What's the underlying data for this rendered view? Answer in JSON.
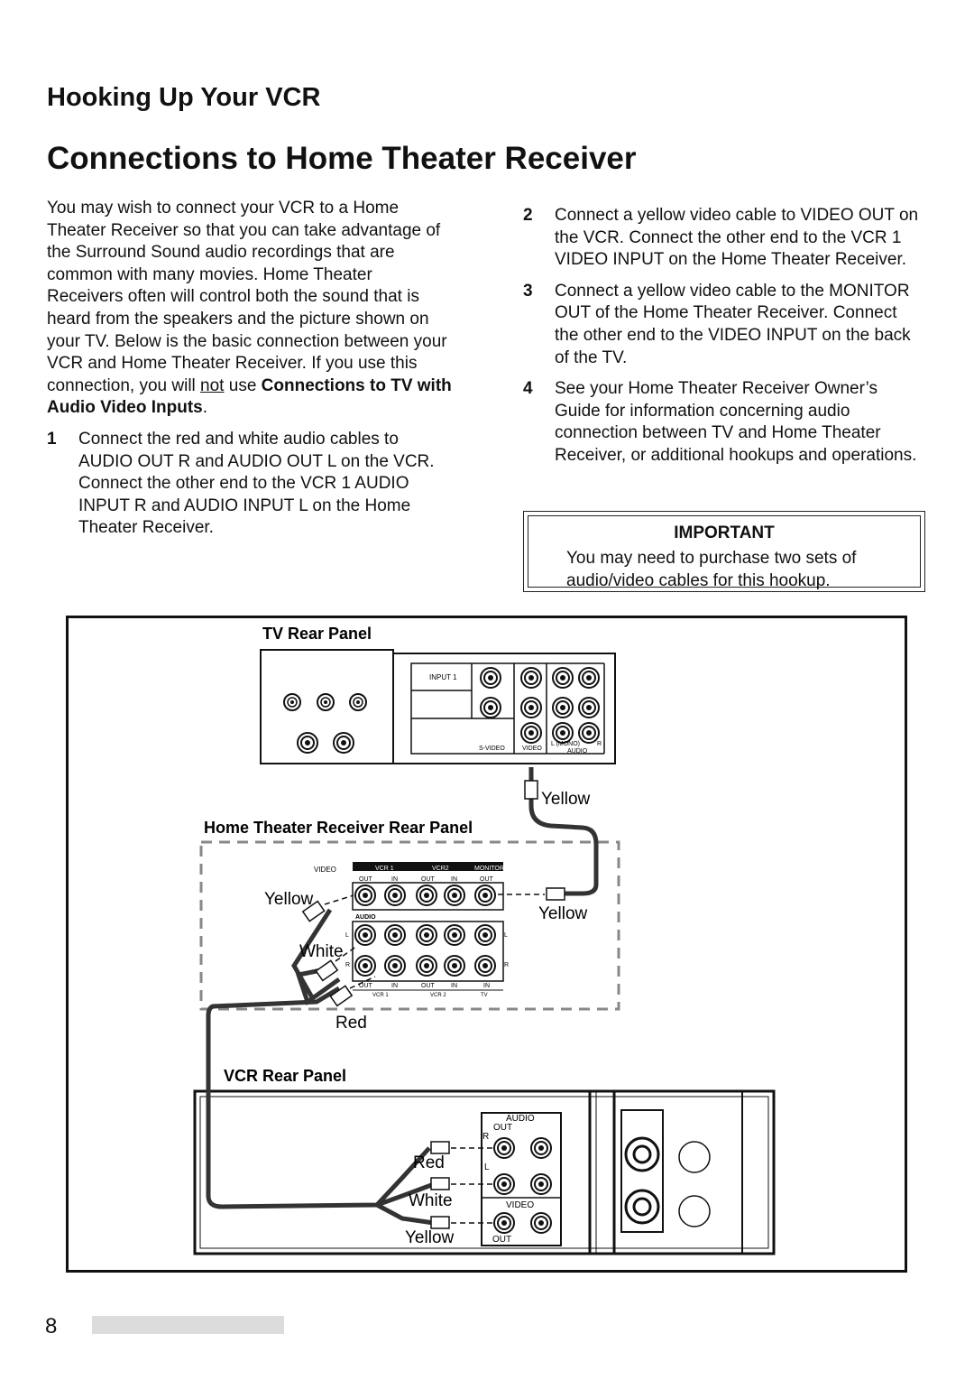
{
  "section_title": "Hooking Up Your VCR",
  "page_title": "Connections to Home Theater Receiver",
  "intro": {
    "text": "You may wish to connect your VCR to a Home Theater Receiver so that you can take advantage of the Surround Sound audio recordings that are common with many movies. Home Theater Receivers often will control both the sound that is heard from the speakers and the picture shown on your TV.  Below is the basic connection between your VCR and Home Theater Receiver.  If you use this connection, you will",
    "not": "not",
    "use": " use ",
    "bold_ref": "Connections to TV with Audio Video Inputs",
    "end": "."
  },
  "steps": [
    {
      "num": "1",
      "text": "Connect the red and white audio cables to AUDIO OUT R and AUDIO OUT L on the VCR.  Connect the other end to the VCR 1 AUDIO INPUT R and AUDIO INPUT L on the Home Theater Receiver."
    },
    {
      "num": "2",
      "text": "Connect a yellow video cable to VIDEO OUT on the VCR.  Connect the other end to the VCR 1 VIDEO INPUT on the Home Theater Receiver."
    },
    {
      "num": "3",
      "text": "Connect a yellow video cable to the MONITOR OUT of the Home Theater Receiver.  Connect the other end to the VIDEO INPUT on the back of the TV."
    },
    {
      "num": "4",
      "text": "See your Home Theater Receiver Owner’s Guide for information concerning audio connection between TV and Home Theater Receiver, or additional hookups and operations."
    }
  ],
  "important": {
    "title": "IMPORTANT",
    "text": "You may need to purchase two sets of audio/video cables for this hookup."
  },
  "diagram": {
    "tv_panel_label": "TV Rear Panel",
    "tv_input_label": "INPUT 1",
    "tv_svideo_label": "S-VIDEO",
    "tv_video_label": "VIDEO",
    "tv_mono_label": "L (MONO)",
    "tv_r_label": "R",
    "tv_audio_label": "AUDIO",
    "receiver_panel_label": "Home Theater Receiver Rear Panel",
    "rx_video_label": "VIDEO",
    "rx_vcr1": "VCR 1",
    "rx_vcr2": "VCR2",
    "rx_monitor": "MONITOR",
    "rx_vcr2_bottom": "VCR 2",
    "rx_tv": "TV",
    "rx_audio_label": "AUDIO",
    "out": "OUT",
    "in": "IN",
    "l": "L",
    "r": "R",
    "vcr_panel_label": "VCR Rear Panel",
    "vcr_audio_label": "AUDIO",
    "vcr_out_label": "OUT",
    "vcr_r_label": "R",
    "vcr_l_label": "L",
    "vcr_video_label": "VIDEO",
    "vcr_video_out_label": "OUT",
    "cable_yellow": "Yellow",
    "cable_white": "White",
    "cable_red": "Red"
  },
  "page_number": "8"
}
